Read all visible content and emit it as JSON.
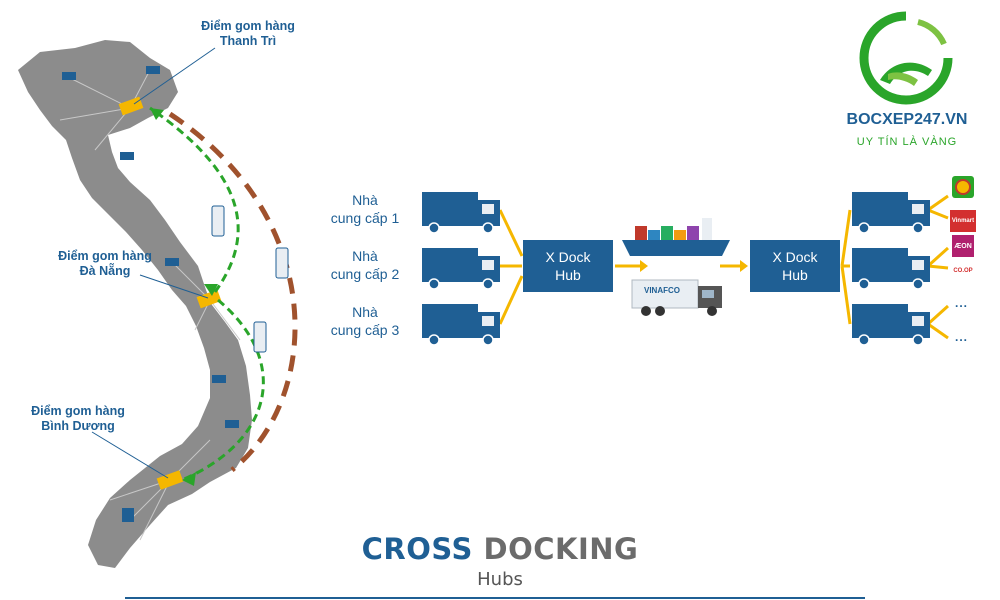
{
  "brand": {
    "name": "BOCXEP247.VN",
    "tagline": "UY TÍN LÀ VÀNG"
  },
  "map": {
    "labels": [
      {
        "line1": "Điểm gom hàng",
        "line2": "Thanh Trì"
      },
      {
        "line1": "Điểm gom hàng",
        "line2": "Đà Nẵng"
      },
      {
        "line1": "Điểm gom hàng",
        "line2": "Bình Dương"
      }
    ]
  },
  "flow": {
    "suppliers": [
      {
        "line1": "Nhà",
        "line2": "cung cấp 1"
      },
      {
        "line1": "Nhà",
        "line2": "cung cấp 2"
      },
      {
        "line1": "Nhà",
        "line2": "cung cấp 3"
      }
    ],
    "hub_left": {
      "line1": "X Dock",
      "line2": "Hub"
    },
    "hub_right": {
      "line1": "X Dock",
      "line2": "Hub"
    },
    "truck_brand": "VINAFCO"
  },
  "retailers": {
    "logos": [
      "Vinmart",
      "ÆON",
      "CO.OP"
    ],
    "more": "..."
  },
  "footer": {
    "title_part1": "CROSS",
    "title_part2": "DOCKING",
    "subtitle": "Hubs"
  },
  "colors": {
    "primary": "#1f5f94",
    "accent": "#f5b700",
    "map": "#8c8c8c",
    "green": "#2aa52a",
    "dashed_red": "#a0522d"
  }
}
